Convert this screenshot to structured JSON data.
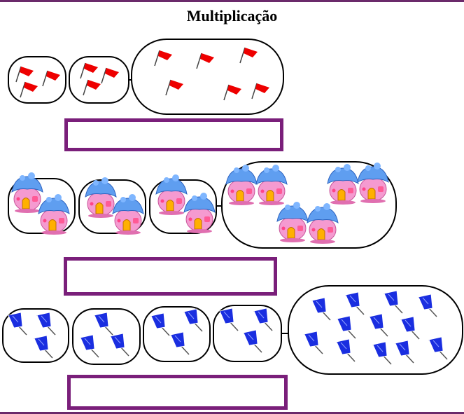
{
  "title": "Multiplicação",
  "colors": {
    "frame": "#6b2a6b",
    "answer_border": "#7a1f7a",
    "red_flag": "#ee0000",
    "blue_flag": "#1a2ee0"
  },
  "rows": [
    {
      "name": "row-red-flags",
      "icon": "red-flag-icon",
      "groups": [
        3,
        3
      ],
      "total": 6
    },
    {
      "name": "row-houses",
      "icon": "house-icon",
      "groups": [
        2,
        2,
        2
      ],
      "total": 6
    },
    {
      "name": "row-blue-flags",
      "icon": "blue-flag-icon",
      "groups": [
        3,
        3,
        3,
        3
      ],
      "total": 12
    }
  ]
}
